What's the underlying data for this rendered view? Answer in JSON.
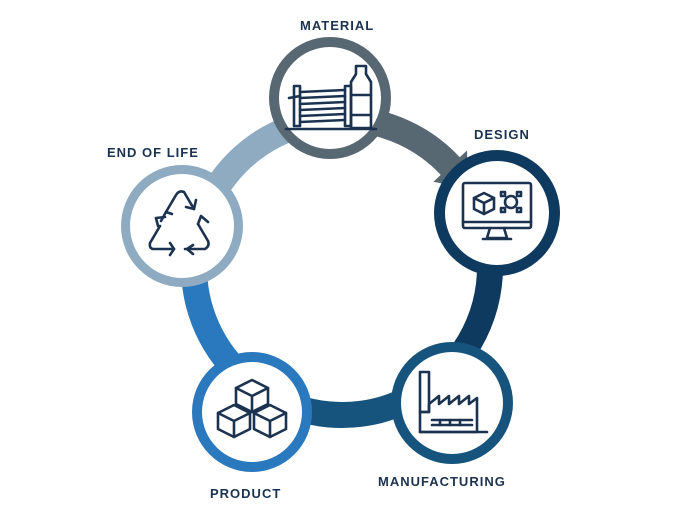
{
  "stages": [
    {
      "label": "MATERIAL",
      "icon": "spool-and-bottle-icon",
      "color": "#586872"
    },
    {
      "label": "DESIGN",
      "icon": "monitor-cad-icon",
      "color": "#0f3a5f"
    },
    {
      "label": "MANUFACTURING",
      "icon": "factory-icon",
      "color": "#16547e"
    },
    {
      "label": "PRODUCT",
      "icon": "stacked-cubes-icon",
      "color": "#2a78bd"
    },
    {
      "label": "END OF LIFE",
      "icon": "recycle-icon",
      "color": "#8eabc2"
    }
  ],
  "colors": {
    "label_text": "#1b3350",
    "icon_stroke": "#1b3350",
    "inner_fill": "#ffffff"
  }
}
